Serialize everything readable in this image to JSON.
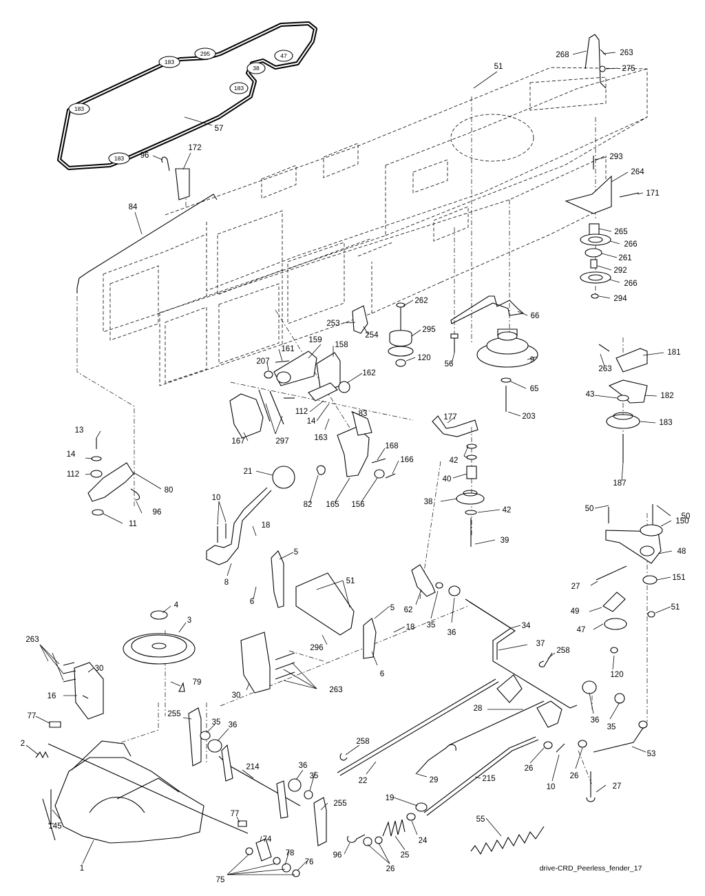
{
  "caption": "drive-CRD_Peerless_fender_17",
  "belt_badges": [
    "295",
    "47",
    "183",
    "38",
    "183",
    "183",
    "183"
  ],
  "callouts": [
    {
      "id": "c-57",
      "text": "57"
    },
    {
      "id": "c-172",
      "text": "172"
    },
    {
      "id": "c-96a",
      "text": "96"
    },
    {
      "id": "c-84",
      "text": "84"
    },
    {
      "id": "c-51a",
      "text": "51"
    },
    {
      "id": "c-268",
      "text": "268"
    },
    {
      "id": "c-263a",
      "text": "263"
    },
    {
      "id": "c-275",
      "text": "275"
    },
    {
      "id": "c-293",
      "text": "293"
    },
    {
      "id": "c-264",
      "text": "264"
    },
    {
      "id": "c-171",
      "text": "171"
    },
    {
      "id": "c-265",
      "text": "265"
    },
    {
      "id": "c-266a",
      "text": "266"
    },
    {
      "id": "c-261",
      "text": "261"
    },
    {
      "id": "c-292",
      "text": "292"
    },
    {
      "id": "c-266b",
      "text": "266"
    },
    {
      "id": "c-294",
      "text": "294"
    },
    {
      "id": "c-262",
      "text": "262"
    },
    {
      "id": "c-66",
      "text": "66"
    },
    {
      "id": "c-253",
      "text": "253"
    },
    {
      "id": "c-254",
      "text": "254"
    },
    {
      "id": "c-295",
      "text": "295"
    },
    {
      "id": "c-120a",
      "text": "120"
    },
    {
      "id": "c-56",
      "text": "56"
    },
    {
      "id": "c-9",
      "text": "9"
    },
    {
      "id": "c-159",
      "text": "159"
    },
    {
      "id": "c-158",
      "text": "158"
    },
    {
      "id": "c-161",
      "text": "161"
    },
    {
      "id": "c-207",
      "text": "207"
    },
    {
      "id": "c-162",
      "text": "162"
    },
    {
      "id": "c-181",
      "text": "181"
    },
    {
      "id": "c-263b",
      "text": "263"
    },
    {
      "id": "c-65",
      "text": "65"
    },
    {
      "id": "c-43",
      "text": "43"
    },
    {
      "id": "c-182",
      "text": "182"
    },
    {
      "id": "c-203",
      "text": "203"
    },
    {
      "id": "c-112a",
      "text": "112"
    },
    {
      "id": "c-14a",
      "text": "14"
    },
    {
      "id": "c-83",
      "text": "83"
    },
    {
      "id": "c-167",
      "text": "167"
    },
    {
      "id": "c-297",
      "text": "297"
    },
    {
      "id": "c-163",
      "text": "163"
    },
    {
      "id": "c-177",
      "text": "177"
    },
    {
      "id": "c-183",
      "text": "183"
    },
    {
      "id": "c-13",
      "text": "13"
    },
    {
      "id": "c-168",
      "text": "168"
    },
    {
      "id": "c-166",
      "text": "166"
    },
    {
      "id": "c-42a",
      "text": "42"
    },
    {
      "id": "c-14b",
      "text": "14"
    },
    {
      "id": "c-112b",
      "text": "112"
    },
    {
      "id": "c-21",
      "text": "21"
    },
    {
      "id": "c-80",
      "text": "80"
    },
    {
      "id": "c-40",
      "text": "40"
    },
    {
      "id": "c-187",
      "text": "187"
    },
    {
      "id": "c-82",
      "text": "82"
    },
    {
      "id": "c-165",
      "text": "165"
    },
    {
      "id": "c-156",
      "text": "156"
    },
    {
      "id": "c-10a",
      "text": "10"
    },
    {
      "id": "c-38",
      "text": "38"
    },
    {
      "id": "c-96b",
      "text": "96"
    },
    {
      "id": "c-42b",
      "text": "42"
    },
    {
      "id": "c-50a",
      "text": "50"
    },
    {
      "id": "c-50b",
      "text": "50"
    },
    {
      "id": "c-11",
      "text": "11"
    },
    {
      "id": "c-150",
      "text": "150"
    },
    {
      "id": "c-39",
      "text": "39"
    },
    {
      "id": "c-18a",
      "text": "18"
    },
    {
      "id": "c-5a",
      "text": "5"
    },
    {
      "id": "c-48",
      "text": "48"
    },
    {
      "id": "c-8",
      "text": "8"
    },
    {
      "id": "c-51b",
      "text": "51"
    },
    {
      "id": "c-27a",
      "text": "27"
    },
    {
      "id": "c-151",
      "text": "151"
    },
    {
      "id": "c-6a",
      "text": "6"
    },
    {
      "id": "c-62",
      "text": "62"
    },
    {
      "id": "c-4",
      "text": "4"
    },
    {
      "id": "c-5b",
      "text": "5"
    },
    {
      "id": "c-51c",
      "text": "51"
    },
    {
      "id": "c-49",
      "text": "49"
    },
    {
      "id": "c-3",
      "text": "3"
    },
    {
      "id": "c-35a",
      "text": "35"
    },
    {
      "id": "c-36a",
      "text": "36"
    },
    {
      "id": "c-34",
      "text": "34"
    },
    {
      "id": "c-18b",
      "text": "18"
    },
    {
      "id": "c-47",
      "text": "47"
    },
    {
      "id": "c-263c",
      "text": "263"
    },
    {
      "id": "c-296",
      "text": "296"
    },
    {
      "id": "c-37",
      "text": "37"
    },
    {
      "id": "c-30a",
      "text": "30"
    },
    {
      "id": "c-6b",
      "text": "6"
    },
    {
      "id": "c-258a",
      "text": "258"
    },
    {
      "id": "c-120b",
      "text": "120"
    },
    {
      "id": "c-16",
      "text": "16"
    },
    {
      "id": "c-79",
      "text": "79"
    },
    {
      "id": "c-263d",
      "text": "263"
    },
    {
      "id": "c-30b",
      "text": "30"
    },
    {
      "id": "c-77a",
      "text": "77"
    },
    {
      "id": "c-255a",
      "text": "255"
    },
    {
      "id": "c-35b",
      "text": "35"
    },
    {
      "id": "c-36b",
      "text": "36"
    },
    {
      "id": "c-28",
      "text": "28"
    },
    {
      "id": "c-36c",
      "text": "36"
    },
    {
      "id": "c-35c",
      "text": "35"
    },
    {
      "id": "c-2",
      "text": "2"
    },
    {
      "id": "c-258b",
      "text": "258"
    },
    {
      "id": "c-53",
      "text": "53"
    },
    {
      "id": "c-214",
      "text": "214"
    },
    {
      "id": "c-36d",
      "text": "36"
    },
    {
      "id": "c-26a",
      "text": "26"
    },
    {
      "id": "c-10b",
      "text": "10"
    },
    {
      "id": "c-26b",
      "text": "26"
    },
    {
      "id": "c-35d",
      "text": "35"
    },
    {
      "id": "c-29",
      "text": "29"
    },
    {
      "id": "c-22",
      "text": "22"
    },
    {
      "id": "c-215",
      "text": "215"
    },
    {
      "id": "c-27b",
      "text": "27"
    },
    {
      "id": "c-145",
      "text": "145"
    },
    {
      "id": "c-19",
      "text": "19"
    },
    {
      "id": "c-255b",
      "text": "255"
    },
    {
      "id": "c-77b",
      "text": "77"
    },
    {
      "id": "c-55",
      "text": "55"
    },
    {
      "id": "c-24",
      "text": "24"
    },
    {
      "id": "c-74",
      "text": "74"
    },
    {
      "id": "c-1",
      "text": "1"
    },
    {
      "id": "c-25",
      "text": "25"
    },
    {
      "id": "c-96c",
      "text": "96"
    },
    {
      "id": "c-78",
      "text": "78"
    },
    {
      "id": "c-76",
      "text": "76"
    },
    {
      "id": "c-26c",
      "text": "26"
    },
    {
      "id": "c-75",
      "text": "75"
    }
  ]
}
